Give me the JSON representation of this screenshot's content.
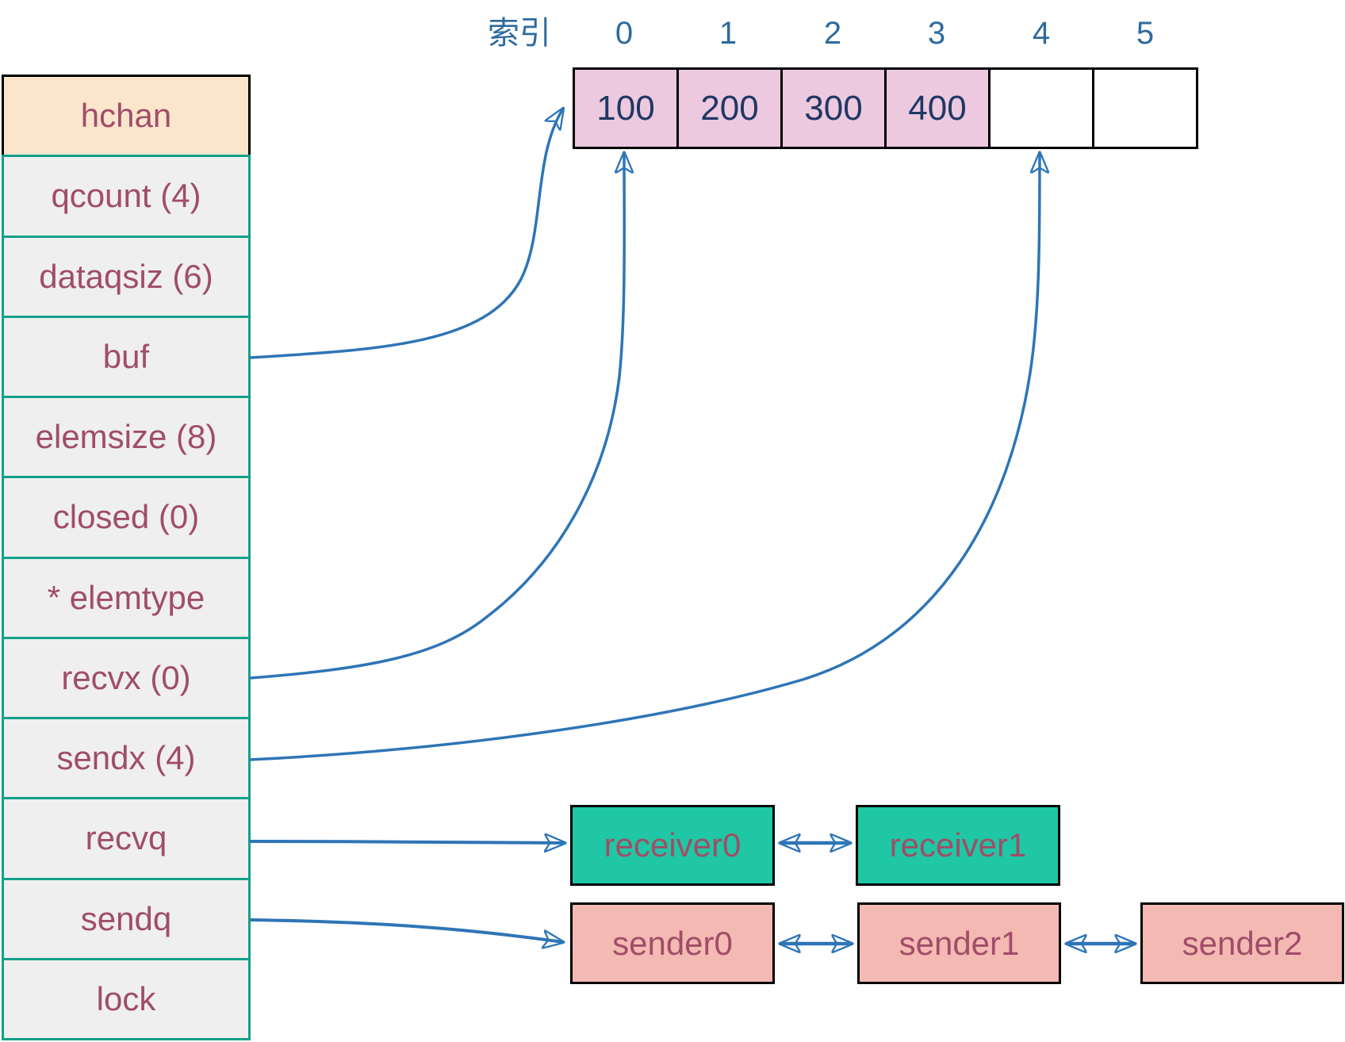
{
  "hchan_table": {
    "rows": [
      {
        "label": "hchan"
      },
      {
        "label": "qcount (4)"
      },
      {
        "label": "dataqsiz (6)"
      },
      {
        "label": "buf"
      },
      {
        "label": "elemsize (8)"
      },
      {
        "label": "closed (0)"
      },
      {
        "label": "* elemtype"
      },
      {
        "label": "recvx (0)"
      },
      {
        "label": "sendx (4)"
      },
      {
        "label": "recvq"
      },
      {
        "label": "sendq"
      },
      {
        "label": "lock"
      }
    ]
  },
  "buffer_array": {
    "index_title": "索引",
    "indices": [
      "0",
      "1",
      "2",
      "3",
      "4",
      "5"
    ],
    "cells": [
      {
        "value": "100",
        "filled": true
      },
      {
        "value": "200",
        "filled": true
      },
      {
        "value": "300",
        "filled": true
      },
      {
        "value": "400",
        "filled": true
      },
      {
        "value": "",
        "filled": false
      },
      {
        "value": "",
        "filled": false
      }
    ]
  },
  "recv_queue": {
    "nodes": [
      {
        "label": "receiver0"
      },
      {
        "label": "receiver1"
      }
    ]
  },
  "send_queue": {
    "nodes": [
      {
        "label": "sender0"
      },
      {
        "label": "sender1"
      },
      {
        "label": "sender2"
      }
    ]
  },
  "links": [
    {
      "from": "buf",
      "to": "buffer cell 0",
      "bidirectional": false
    },
    {
      "from": "recvx (0)",
      "to": "buffer index 0",
      "bidirectional": false
    },
    {
      "from": "sendx (4)",
      "to": "buffer index 4",
      "bidirectional": false
    },
    {
      "from": "recvq",
      "to": "receiver0",
      "bidirectional": false
    },
    {
      "from": "sendq",
      "to": "sender0",
      "bidirectional": false
    },
    {
      "from": "receiver0",
      "to": "receiver1",
      "bidirectional": true
    },
    {
      "from": "sender0",
      "to": "sender1",
      "bidirectional": true
    },
    {
      "from": "sender1",
      "to": "sender2",
      "bidirectional": true
    }
  ],
  "colors": {
    "header_bg": "#fce5cd",
    "row_bg": "#efefef",
    "table_border": "#12a08a",
    "header_border": "#000000",
    "table_text": "#a04d68",
    "cell_filled_bg": "#ecc9df",
    "cell_empty_bg": "#ffffff",
    "cell_border": "#000000",
    "cell_value_text": "#1f3864",
    "index_text": "#2d6b9e",
    "arrow": "#2e75b6",
    "receiver_bg": "#1fc7a4",
    "sender_bg": "#f5b9b4",
    "node_text": "#a04d68"
  }
}
